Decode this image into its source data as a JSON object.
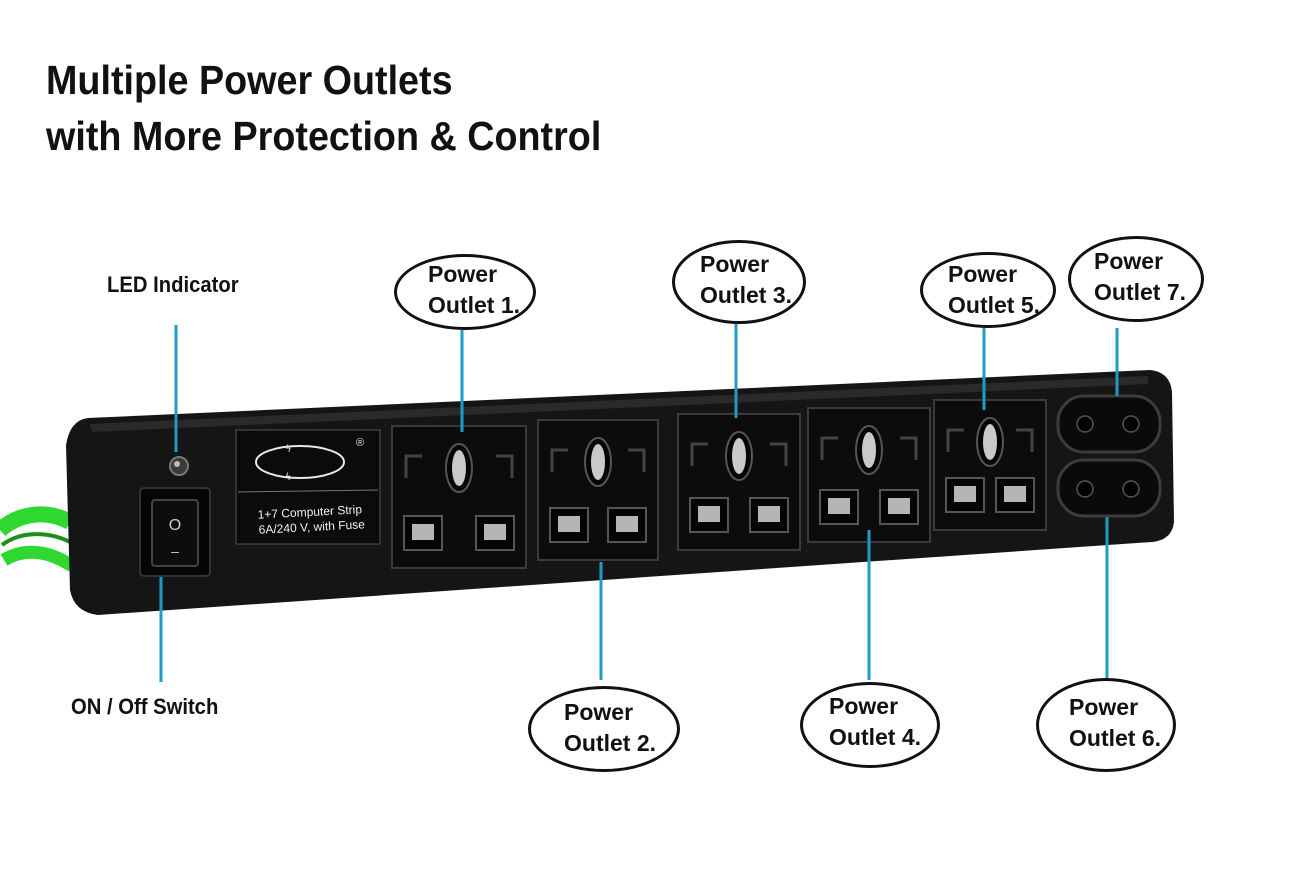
{
  "headline": {
    "line1": "Multiple Power Outlets",
    "line2": "with More Protection & Control"
  },
  "labels": {
    "led": "LED Indicator",
    "switch": "ON / Off Switch"
  },
  "product_label": {
    "line1": "1+7 Computer Strip",
    "line2": "6A/240 V, with Fuse",
    "mark": "®"
  },
  "switch_symbols": {
    "on": "O",
    "off": "–"
  },
  "outlets": [
    {
      "word": "Power",
      "name": "Outlet 1."
    },
    {
      "word": "Power",
      "name": "Outlet 2."
    },
    {
      "word": "Power",
      "name": "Outlet 3."
    },
    {
      "word": "Power",
      "name": "Outlet 4."
    },
    {
      "word": "Power",
      "name": "Outlet 5."
    },
    {
      "word": "Power",
      "name": "Outlet 6."
    },
    {
      "word": "Power",
      "name": "Outlet 7."
    }
  ],
  "colors": {
    "callout_line": "#1E9BC8",
    "strip_body": "#151515",
    "cable": "#2FD82F"
  }
}
